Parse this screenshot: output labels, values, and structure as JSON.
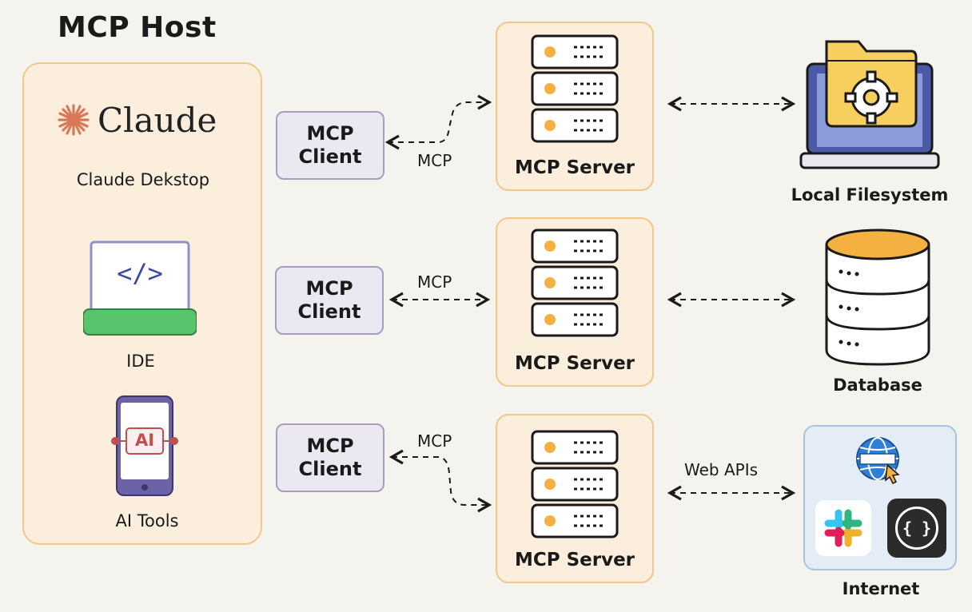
{
  "title": "MCP Host",
  "host": {
    "logo_text": "Claude",
    "items": [
      {
        "label": "Claude Dekstop"
      },
      {
        "label": "IDE",
        "ide_symbol": "</>"
      },
      {
        "label": "AI Tools",
        "ai_badge": "AI"
      }
    ]
  },
  "rows": [
    {
      "client_line1": "MCP",
      "client_line2": "Client",
      "protocol": "MCP",
      "server": "MCP Server",
      "resource": "Local Filesystem",
      "link_label": ""
    },
    {
      "client_line1": "MCP",
      "client_line2": "Client",
      "protocol": "MCP",
      "server": "MCP Server",
      "resource": "Database",
      "link_label": ""
    },
    {
      "client_line1": "MCP",
      "client_line2": "Client",
      "protocol": "MCP",
      "server": "MCP Server",
      "resource": "Internet",
      "link_label": "Web APIs"
    }
  ],
  "icons": {
    "folder": "folder-gear-icon",
    "database": "database-icon",
    "globe": "globe-icon",
    "slack": "slack-icon",
    "github": "github-icon",
    "github_text": "{ }"
  },
  "colors": {
    "orange_border": "#f0c98a",
    "orange_fill": "#fbeedd",
    "client_fill": "#ece8f1",
    "client_border": "#a89cc0",
    "server_dot": "#f4b142",
    "ide_green": "#58c46b",
    "ai_red": "#c0504d"
  }
}
